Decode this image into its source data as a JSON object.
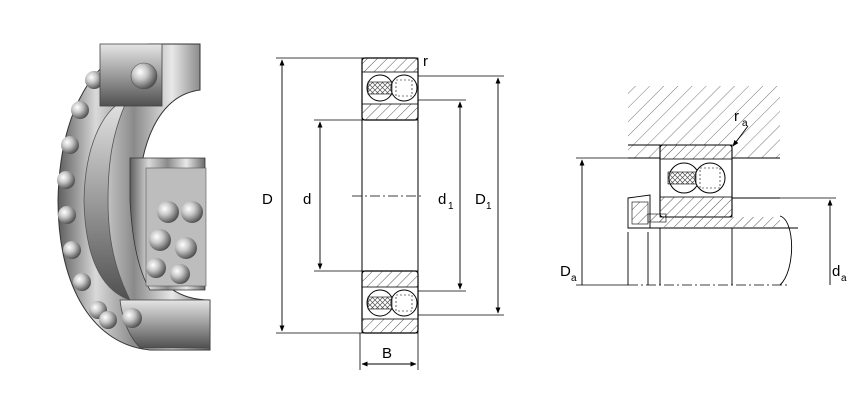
{
  "labels": {
    "D": "D",
    "d": "d",
    "d1_main": "d",
    "d1_sub": "1",
    "D1_main": "D",
    "D1_sub": "1",
    "B": "B",
    "r": "r",
    "ra_main": "r",
    "ra_sub": "a",
    "Da_main": "D",
    "Da_sub": "a",
    "da_main": "d",
    "da_sub": "a"
  },
  "colors": {
    "line": "#000000",
    "hatch": "#555555",
    "ring_fill": "#ffffff",
    "cage_fill": "#d8d8d8",
    "photo_steel": "#9a9a9a"
  },
  "icons": {
    "photo": "self-aligning-ball-bearing-cutaway",
    "section": "bearing-cross-section-drawing",
    "mounting": "bearing-mounting-abutment-drawing"
  }
}
